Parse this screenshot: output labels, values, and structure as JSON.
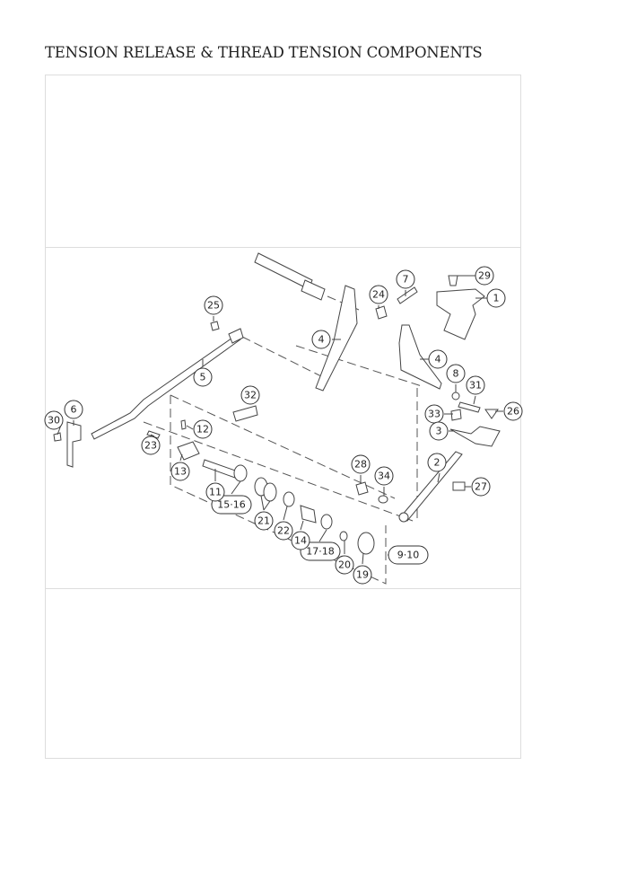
{
  "page": {
    "title": "TENSION RELEASE & THREAD TENSION COMPONENTS"
  },
  "diagram": {
    "callouts": {
      "c1": "1",
      "c2": "2",
      "c3": "3",
      "c4a": "4",
      "c4b": "4",
      "c5": "5",
      "c6": "6",
      "c7": "7",
      "c8": "8",
      "c9_10": "9·10",
      "c11": "11",
      "c12": "12",
      "c13": "13",
      "c14": "14",
      "c15_16": "15·16",
      "c17_18": "17·18",
      "c19": "19",
      "c20": "20",
      "c21": "21",
      "c22": "22",
      "c23": "23",
      "c24": "24",
      "c25": "25",
      "c26": "26",
      "c27": "27",
      "c28": "28",
      "c29": "29",
      "c30": "30",
      "c31": "31",
      "c32": "32",
      "c33": "33",
      "c34": "34"
    }
  }
}
